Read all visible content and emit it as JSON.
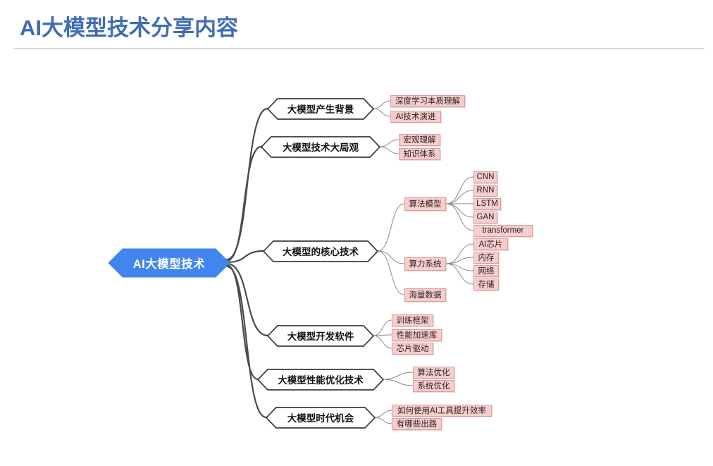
{
  "header": {
    "title": "AI大模型技术分享内容",
    "title_color": "#3f6cb4",
    "rule_color": "#c6c6c6"
  },
  "colors": {
    "root_fill": "#4086ec",
    "root_text": "#ffffff",
    "branch_fill": "#ffffff",
    "branch_border": "#3b3b3b",
    "leaf_fill": "#f9cdcd",
    "leaf_border": "#e09a9a",
    "edge_main": "#4a4a4a",
    "edge_sub": "#8a8a8a"
  },
  "mindmap": {
    "type": "mindmap",
    "root": {
      "label": "AI大模型技术"
    },
    "branches": [
      {
        "label": "大模型产生背景",
        "children": [
          {
            "label": "深度学习本质理解"
          },
          {
            "label": "AI技术演进"
          }
        ]
      },
      {
        "label": "大模型技术大局观",
        "children": [
          {
            "label": "宏观理解"
          },
          {
            "label": "知识体系"
          }
        ]
      },
      {
        "label": "大模型的核心技术",
        "children": [
          {
            "label": "算法模型",
            "children": [
              {
                "label": "CNN"
              },
              {
                "label": "RNN"
              },
              {
                "label": "LSTM"
              },
              {
                "label": "GAN"
              },
              {
                "label": "transformer"
              }
            ]
          },
          {
            "label": "算力系统",
            "children": [
              {
                "label": "AI芯片"
              },
              {
                "label": "内存"
              },
              {
                "label": "网络"
              },
              {
                "label": "存储"
              }
            ]
          },
          {
            "label": "海量数据",
            "children": []
          }
        ]
      },
      {
        "label": "大模型开发软件",
        "children": [
          {
            "label": "训练框架"
          },
          {
            "label": "性能加速库"
          },
          {
            "label": "芯片驱动"
          }
        ]
      },
      {
        "label": "大模型性能优化技术",
        "children": [
          {
            "label": "算法优化"
          },
          {
            "label": "系统优化"
          }
        ]
      },
      {
        "label": "大模型时代机会",
        "children": [
          {
            "label": "如何使用AI工具提升效率"
          },
          {
            "label": "有哪些出路"
          }
        ]
      }
    ]
  }
}
